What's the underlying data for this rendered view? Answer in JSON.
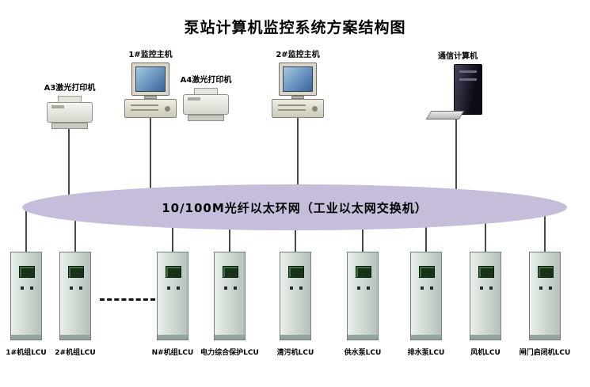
{
  "title": "泵站计算机监控系统方案结构图",
  "network": {
    "label": "10/100M光纤以太环网（工业以太网交换机）"
  },
  "top_devices": [
    {
      "label": "A3激光打印机",
      "type": "printer"
    },
    {
      "label": "1#监控主机",
      "type": "workstation"
    },
    {
      "label": "A4激光打印机",
      "type": "printer"
    },
    {
      "label": "2#监控主机",
      "type": "workstation"
    },
    {
      "label": "通信计算机",
      "type": "tower-computer"
    }
  ],
  "cabinets": [
    {
      "label": "1#机组LCU"
    },
    {
      "label": "2#机组LCU"
    },
    {
      "label": "N#机组LCU"
    },
    {
      "label": "电力综合保护LCU"
    },
    {
      "label": "清污机LCU"
    },
    {
      "label": "供水泵LCU"
    },
    {
      "label": "排水泵LCU"
    },
    {
      "label": "风机LCU"
    },
    {
      "label": "闸门启闭机LCU"
    }
  ],
  "colors": {
    "ring_fill": "#c6bdda",
    "cabinet_body": "#ccd6cf",
    "cabinet_screen": "#16331a",
    "connector_line": "#4a4a4a"
  }
}
